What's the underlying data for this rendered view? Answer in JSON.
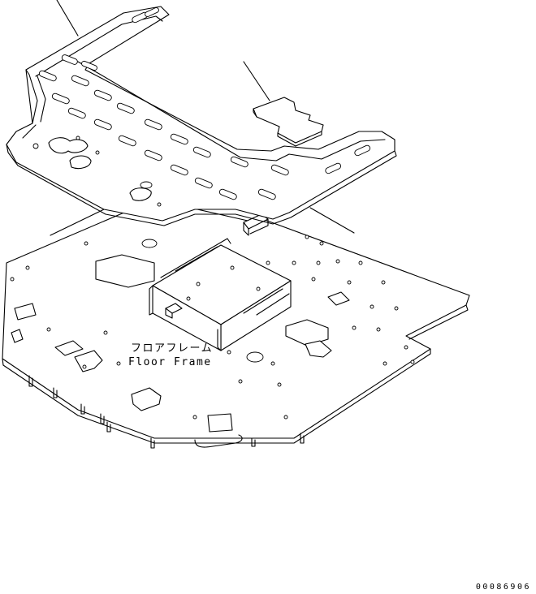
{
  "part_label": {
    "japanese": "フロアフレーム",
    "english": "Floor Frame"
  },
  "drawing_number": "00086906",
  "colors": {
    "line": "#000000",
    "background": "#ffffff"
  }
}
